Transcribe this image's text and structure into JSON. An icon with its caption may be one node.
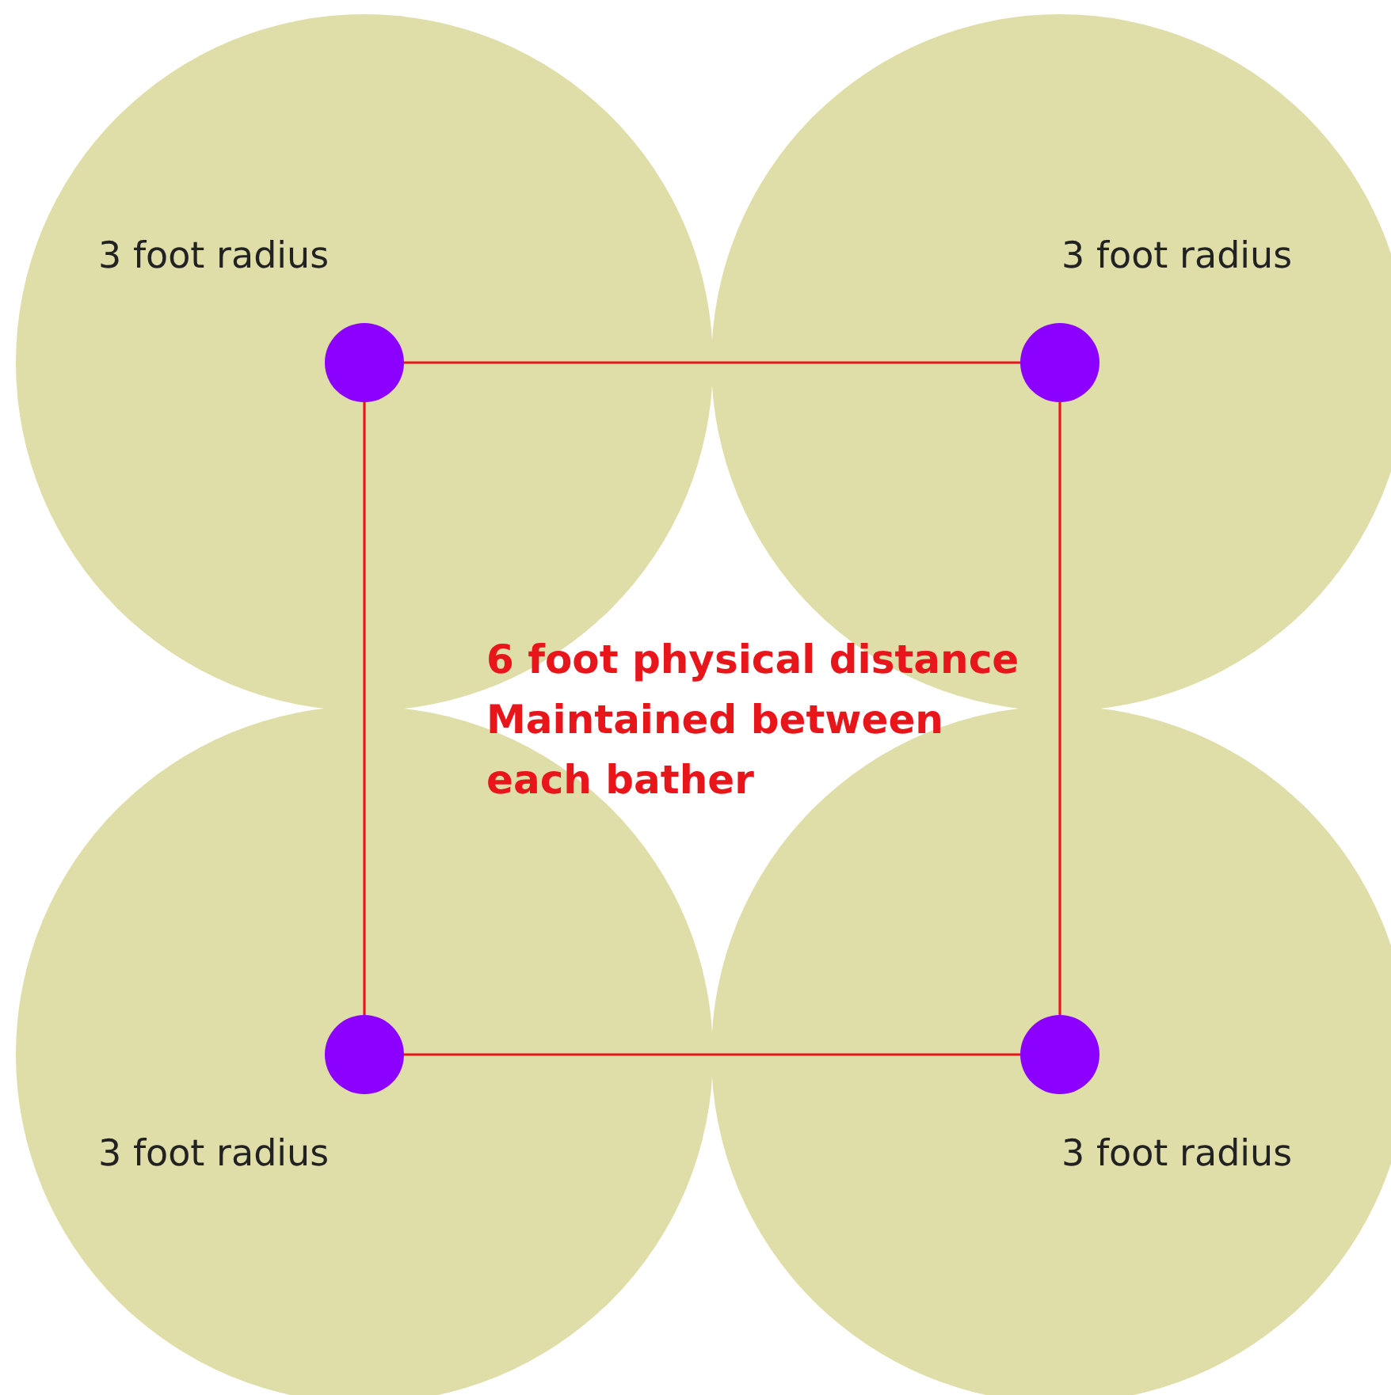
{
  "diagram": {
    "nodes": [
      {
        "text": [
          "3 foot radius"
        ]
      },
      {
        "text": [],
        "shape": "circle",
        "in": 0
      },
      {
        "text": [
          "3 foot radius"
        ]
      },
      {
        "text": [],
        "shape": "circle",
        "in": 2
      },
      {
        "text": [
          "3 foot radius"
        ]
      },
      {
        "text": [],
        "shape": "circle",
        "in": 4
      },
      {
        "text": [
          "3 foot radius"
        ]
      },
      {
        "text": [],
        "shape": "circle",
        "in": 6
      }
    ],
    "edges": [
      {
        "from": 1,
        "to": 3,
        "arrow": "none"
      },
      {
        "from": 3,
        "to": 7,
        "arrow": "none"
      },
      {
        "from": 7,
        "to": 5,
        "arrow": "none"
      },
      {
        "from": 5,
        "to": 1,
        "arrow": "none"
      }
    ],
    "labels": [
      "6 foot physical distance Maintained between each bather"
    ]
  }
}
